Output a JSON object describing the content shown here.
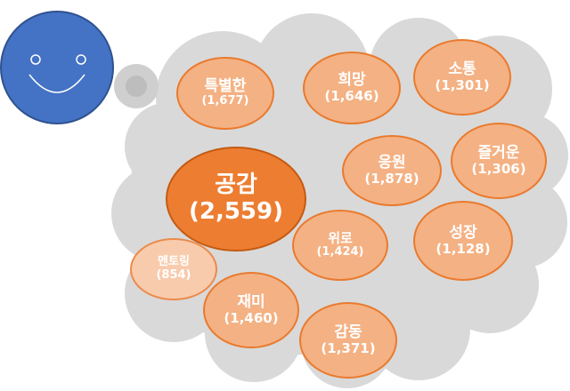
{
  "colors": {
    "cloud": "#d9d9d9",
    "face": "#4472c4",
    "face_outline": "#2f528f",
    "bubble_fill": "#f4b183",
    "bubble_border": "#e97a2e",
    "main_bubble_fill": "#ed7d31",
    "small_bubble_fill": "#f8cbad",
    "label": "#ffffff"
  },
  "bubbles": [
    {
      "id": "gonggam",
      "word": "공감",
      "count": "(2,559)",
      "value": 2559
    },
    {
      "id": "teukbyeolhan",
      "word": "특별한",
      "count": "(1,677)",
      "value": 1677
    },
    {
      "id": "huimang",
      "word": "희망",
      "count": "(1,646)",
      "value": 1646
    },
    {
      "id": "sotong",
      "word": "소통",
      "count": "(1,301)",
      "value": 1301
    },
    {
      "id": "eungwon",
      "word": "응원",
      "count": "(1,878)",
      "value": 1878
    },
    {
      "id": "jeulgeoun",
      "word": "즐거운",
      "count": "(1,306)",
      "value": 1306
    },
    {
      "id": "wiro",
      "word": "위로",
      "count": "(1,424)",
      "value": 1424
    },
    {
      "id": "seongjang",
      "word": "성장",
      "count": "(1,128)",
      "value": 1128
    },
    {
      "id": "mentoring",
      "word": "멘토링",
      "count": "(854)",
      "value": 854
    },
    {
      "id": "jaemi",
      "word": "재미",
      "count": "(1,460)",
      "value": 1460
    },
    {
      "id": "gamdong",
      "word": "감동",
      "count": "(1,371)",
      "value": 1371
    }
  ]
}
